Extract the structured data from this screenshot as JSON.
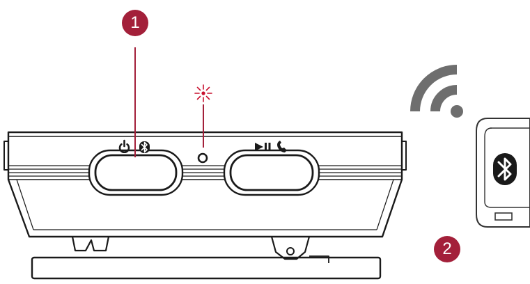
{
  "callouts": [
    {
      "number": "1",
      "target": "power-bluetooth-button"
    },
    {
      "number": "2",
      "target": "phone-bluetooth"
    }
  ],
  "device": {
    "left_button_icons": [
      "power-icon",
      "bluetooth-icon"
    ],
    "right_button_icons": [
      "play-pause-icon",
      "phone-icon"
    ],
    "indicator": "led-indicator",
    "indicator_state": "blinking"
  },
  "phone": {
    "screen_icon": "bluetooth-icon"
  },
  "signal": {
    "icon": "wireless-signal-icon"
  },
  "colors": {
    "accent": "#a3203a",
    "line": "#1a1a1a",
    "signal": "#6e6e6e",
    "led": "#c8102e",
    "phone_outline": "#333333"
  }
}
